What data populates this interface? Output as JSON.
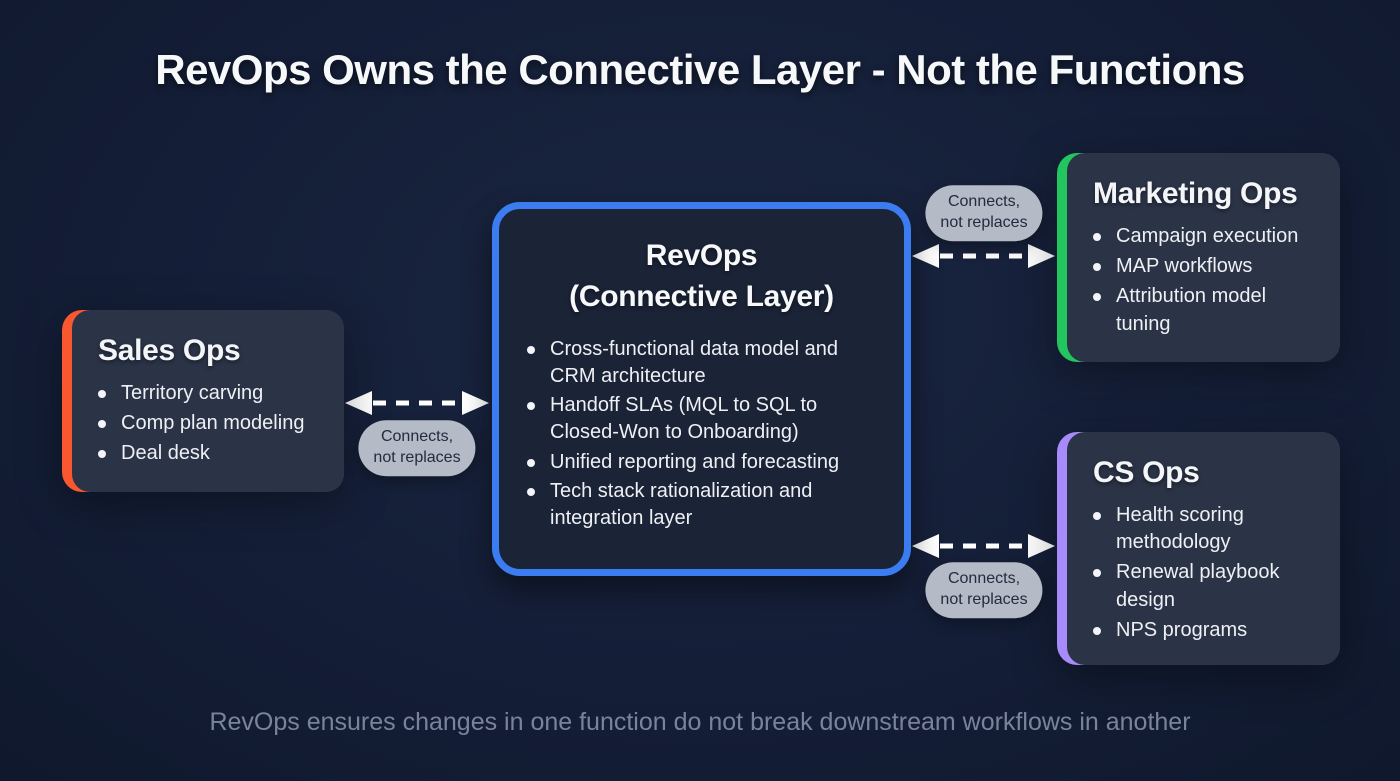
{
  "title": "RevOps Owns the Connective Layer - Not the Functions",
  "footer": "RevOps ensures changes in one function do not break downstream workflows in another",
  "colors": {
    "background": "#141e37",
    "card_fill": "#2b3447",
    "center_fill": "#1b2337",
    "center_border": "#3b7df0",
    "sales_accent": "#f8572f",
    "marketing_accent": "#22c55e",
    "cs_accent": "#a78bfa",
    "pill_bg": "#b4bac6",
    "pill_text": "#222c3e",
    "arrow": "#ffffff",
    "footer_text": "#79839a"
  },
  "center": {
    "title": "RevOps\n(Connective Layer)",
    "bullets": [
      "Cross-functional data model and CRM architecture",
      "Handoff SLAs (MQL to SQL to Closed-Won to Onboarding)",
      "Unified reporting and forecasting",
      "Tech stack rationalization and integration layer"
    ]
  },
  "cards": [
    {
      "title": "Sales Ops",
      "accent": "#f8572f",
      "bullets": [
        "Territory carving",
        "Comp plan modeling",
        "Deal desk"
      ]
    },
    {
      "title": "Marketing Ops",
      "accent": "#22c55e",
      "bullets": [
        "Campaign execution",
        "MAP workflows",
        "Attribution model tuning"
      ]
    },
    {
      "title": "CS Ops",
      "accent": "#a78bfa",
      "bullets": [
        "Health scoring methodology",
        "Renewal playbook design",
        "NPS programs"
      ]
    }
  ],
  "connectors": [
    {
      "label": "Connects,\nnot replaces"
    },
    {
      "label": "Connects,\nnot replaces"
    },
    {
      "label": "Connects,\nnot replaces"
    }
  ]
}
